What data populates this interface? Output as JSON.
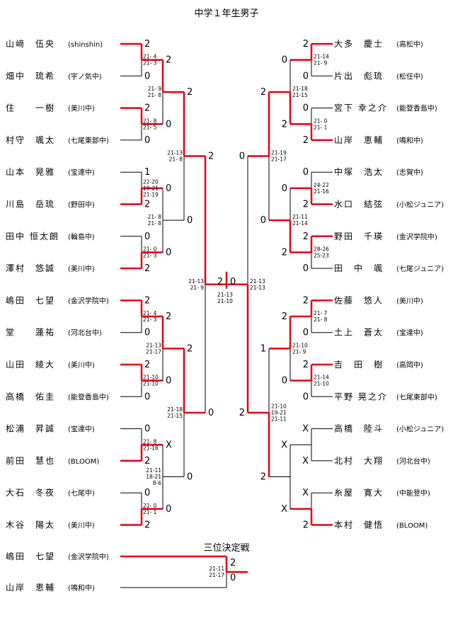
{
  "title": "中学１年生男子",
  "third_place_label": "三位決定戦",
  "left": [
    {
      "name": "山﨑　伍央",
      "team": "(shinshin)",
      "score": "2"
    },
    {
      "name": "畑中　琉希",
      "team": "(宇ノ気中)",
      "score": "0"
    },
    {
      "name": "住　　一樹",
      "team": "(美川中)",
      "score": "2"
    },
    {
      "name": "村守　颯太",
      "team": "(七尾東部中)",
      "score": "0"
    },
    {
      "name": "山本　晃雅",
      "team": "(宝達中)",
      "score": "1"
    },
    {
      "name": "川島　岳琉",
      "team": "(野田中)",
      "score": "2"
    },
    {
      "name": "田中 恒太朗",
      "team": "(輪島中)",
      "score": "0"
    },
    {
      "name": "澤村　悠誠",
      "team": "(美川中)",
      "score": "2"
    },
    {
      "name": "嶋田　七望",
      "team": "(金沢学院中)",
      "score": "2"
    },
    {
      "name": "堂　　蓮祐",
      "team": "(河北台中)",
      "score": "0"
    },
    {
      "name": "山田　綾大",
      "team": "(美川中)",
      "score": "2"
    },
    {
      "name": "高橋　佑圭",
      "team": "(能登香島中)",
      "score": "0"
    },
    {
      "name": "松浦　昇誠",
      "team": "(宝達中)",
      "score": "0"
    },
    {
      "name": "前田　慧也",
      "team": "(BLOOM)",
      "score": "2"
    },
    {
      "name": "大石　冬夜",
      "team": "(七尾中)",
      "score": "0"
    },
    {
      "name": "木谷　陽太",
      "team": "(美川中)",
      "score": "2"
    }
  ],
  "right": [
    {
      "name": "大多　慶士",
      "team": "(高松中)",
      "score": "2"
    },
    {
      "name": "片出　彪琉",
      "team": "(松任中)",
      "score": "0"
    },
    {
      "name": "宮下 幸之介",
      "team": "(能登香島中)",
      "score": "0"
    },
    {
      "name": "山岸　恵輔",
      "team": "(鳴和中)",
      "score": "2"
    },
    {
      "name": "中塚　浩太",
      "team": "(志賀中)",
      "score": "0"
    },
    {
      "name": "水口　結弦",
      "team": "(小松ジュニア)",
      "score": "2"
    },
    {
      "name": "野田　千瑛",
      "team": "(金沢学院中)",
      "score": "2"
    },
    {
      "name": "田　中　颯",
      "team": "(七尾ジュニア)",
      "score": "0"
    },
    {
      "name": "佐藤　悠人",
      "team": "(美川中)",
      "score": "2"
    },
    {
      "name": "土上　蒼太",
      "team": "(宝達中)",
      "score": "0"
    },
    {
      "name": "吉　田　樹",
      "team": "(高岡中)",
      "score": "2"
    },
    {
      "name": "平野 晃之介",
      "team": "(七尾東部中)",
      "score": "0"
    },
    {
      "name": "高橋　陸斗",
      "team": "(小松ジュニア)",
      "score": "X"
    },
    {
      "name": "北村　大翔",
      "team": "(河北台中)",
      "score": "X"
    },
    {
      "name": "糸屋　寛大",
      "team": "(中能登中)",
      "score": "X"
    },
    {
      "name": "本村　健悟",
      "team": "(BLOOM)",
      "score": "2"
    }
  ],
  "left_r1": [
    {
      "g": [
        "21- 4",
        "21- 3"
      ]
    },
    {
      "g": [
        "21- 8",
        "21- 5"
      ]
    },
    {
      "g": [
        "22-20",
        "19-21",
        "21-19"
      ]
    },
    {
      "g": [
        "21- 0",
        "21- 3"
      ]
    },
    {
      "g": [
        "21- 4",
        "21- 3"
      ]
    },
    {
      "g": [
        "21-10",
        "21-10"
      ]
    },
    {
      "g": [
        "21- 8",
        "21-16"
      ]
    },
    {
      "g": [
        "21- 0",
        "21- 1"
      ]
    }
  ],
  "left_r2": [
    {
      "top": "2",
      "bot": "0",
      "g": [
        "21- 9",
        "21- 8"
      ]
    },
    {
      "top": "0",
      "bot": "0",
      "g": [
        "21- 8",
        "21- 8"
      ]
    },
    {
      "top": "2",
      "bot": "0",
      "g": [
        "21-13",
        "21-17"
      ]
    },
    {
      "top": "X",
      "bot": "0",
      "g": [
        "21-11",
        "18-21",
        "8-6"
      ]
    }
  ],
  "left_r3": [
    {
      "top": "2",
      "bot": "0",
      "g": [
        "21-13",
        "21- 8"
      ]
    },
    {
      "top": "2",
      "bot": "0",
      "g": [
        "21-18",
        "21-15"
      ]
    }
  ],
  "left_r4": {
    "top": "2",
    "bot": "0",
    "g": [
      "21-13",
      "21- 9"
    ]
  },
  "right_r1": [
    {
      "g": [
        "21-14",
        "21- 9"
      ]
    },
    {
      "g": [
        "21- 0",
        "21- 1"
      ]
    },
    {
      "g": [
        "24-22",
        "21-16"
      ]
    },
    {
      "g": [
        "28-26",
        "25-23"
      ]
    },
    {
      "g": [
        "21- 7",
        "21- 8"
      ]
    },
    {
      "g": [
        "21-14",
        "21-10"
      ]
    },
    {
      "g": []
    },
    {
      "g": []
    }
  ],
  "right_r2": [
    {
      "top": "0",
      "bot": "2",
      "g": [
        "21-18",
        "21-15"
      ]
    },
    {
      "top": "0",
      "bot": "2",
      "g": [
        "21-11",
        "21-14"
      ]
    },
    {
      "top": "2",
      "bot": "0",
      "g": [
        "21-10",
        "21- 9"
      ]
    },
    {
      "top": "X",
      "bot": "X",
      "g": []
    }
  ],
  "right_r3": [
    {
      "top": "2",
      "bot": "0",
      "g": [
        "21-19",
        "21-17"
      ]
    },
    {
      "top": "1",
      "bot": "2",
      "g": [
        "21-10",
        "19-21",
        "21-11"
      ]
    }
  ],
  "right_r4": {
    "top": "0",
    "bot": "2",
    "g": [
      "21-13",
      "21-13"
    ]
  },
  "final": {
    "left": "2",
    "right": "0",
    "g": [
      "21-13",
      "21-10"
    ]
  },
  "third": {
    "top": {
      "name": "嶋田　七望",
      "team": "(金沢学院中)",
      "score": "2"
    },
    "bot": {
      "name": "山岸　恵輔",
      "team": "(鳴和中)",
      "score": "0"
    },
    "g": [
      "21-11",
      "21-17"
    ]
  }
}
